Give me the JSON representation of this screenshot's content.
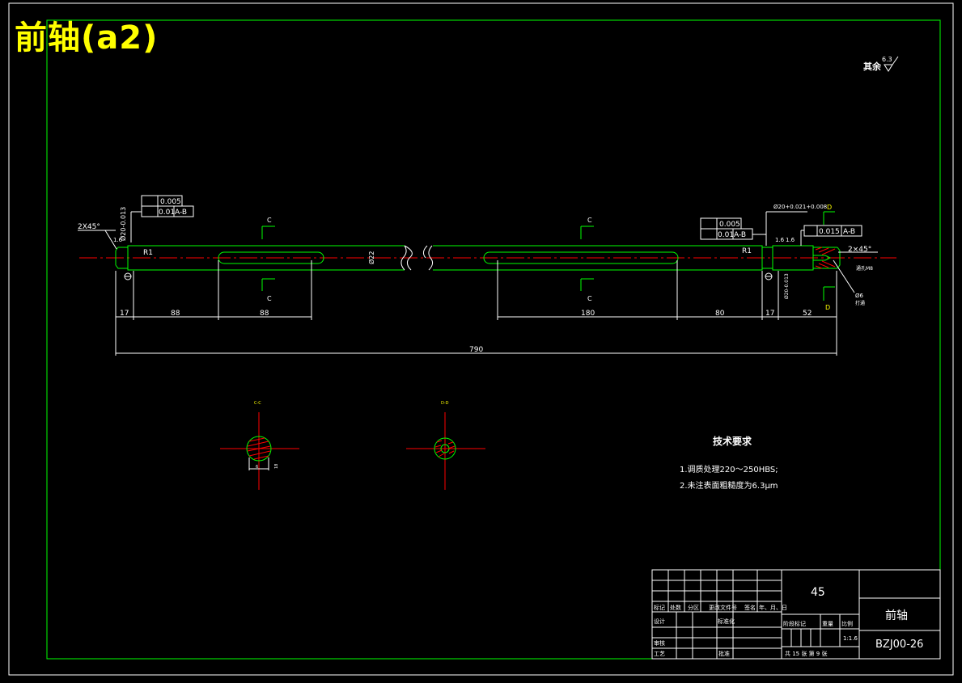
{
  "drawing_title": "前轴(a2)",
  "surface_note": {
    "label": "其余",
    "value": "6.3"
  },
  "gdt": {
    "left": {
      "runout": "0.005",
      "position": "0.01",
      "datum": "A-B"
    },
    "right": {
      "runout": "0.005",
      "position": "0.01",
      "datum": "A-B"
    },
    "end": {
      "tol": "0.015",
      "datum": "A-B"
    }
  },
  "labels": {
    "chamfer_left": "2X45°",
    "chamfer_right": "2×45°",
    "dia_left": "Ø20-0.013",
    "dia_right": "Ø20+0.021+0.008",
    "dia_mid": "Ø22",
    "dia_right2": "Ø20-0.013",
    "radius": "R1",
    "roughness": "1.6",
    "section_c": "C",
    "section_d": "D",
    "hole": "Ø6",
    "hole_note": "打通",
    "thread_note": "通孔M8",
    "section_c_title": "C-C",
    "section_d_title": "D-D",
    "key_width": "6",
    "key_depth": "18"
  },
  "dimensions": {
    "d17a": "17",
    "d88a": "88",
    "d88b": "88",
    "d180": "180",
    "d80": "80",
    "d17b": "17",
    "d52": "52",
    "total": "790"
  },
  "tech_req": {
    "heading": "技术要求",
    "line1": "1.调质处理220～250HBS;",
    "line2": "2.未注表面粗糙度为6.3μm"
  },
  "title_block": {
    "material": "45",
    "part_name": "前轴",
    "drawing_no": "BZJ00-26",
    "scale": "1:1.6",
    "header_cells": [
      "标记",
      "处数",
      "分区",
      "更改文件号",
      "签名",
      "年、月、日"
    ],
    "design": "设计",
    "standardize": "标准化",
    "stage_mark": "阶段标记",
    "weight": "重量",
    "ratio": "比例",
    "review": "审核",
    "process": "工艺",
    "approve": "批准",
    "sheets": "共 15 张  第 9 张"
  },
  "colors": {
    "green": "#00ff00",
    "red": "#ff0000",
    "white": "#ffffff",
    "yellow": "#ffff00",
    "gdt": "#ffffff"
  }
}
